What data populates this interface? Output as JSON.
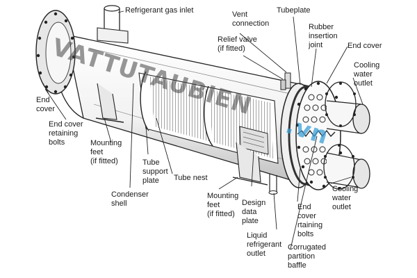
{
  "diagram": {
    "labels": {
      "refrigerant_gas_inlet": "Refrigerant gas inlet",
      "vent_connection": "Vent\nconnection",
      "tubeplate": "Tubeplate",
      "relief_valve": "Relief valve\n(if fitted)",
      "rubber_insertion_joint": "Rubber\ninsertion\njoint",
      "end_cover_right": "End cover",
      "cooling_water_outlet_top": "Cooling\nwater\noutlet",
      "end_cover_left": "End\ncover",
      "end_cover_retaining_bolts": "End cover\nretaining\nbolts",
      "mounting_feet_left": "Mounting\nfeet\n(if fitted)",
      "tube_support_plate": "Tube\nsupport\nplate",
      "tube_nest": "Tube nest",
      "condenser_shell": "Condenser\nshell",
      "mounting_feet_right": "Mounting\nfeet\n(if fitted)",
      "design_data_plate": "Design\ndata\nplate",
      "end_cover_retaining_bolts_right": "End\ncover\nrtaining\nbolts",
      "cooling_water_outlet_bottom": "Cooling\nwater\noutlet",
      "liquid_refrigerant_outlet": "Liquid\nrefrigerant\noutlet",
      "corrugated_partition_baffle": "Corrugated\npartition\nbaffle"
    },
    "watermark": {
      "main": "VATTUTAUBIEN",
      "suffix": ".vn",
      "color_main": "#444444",
      "color_suffix": "#3aa0d8"
    },
    "colors": {
      "line": "#222222",
      "shade": "#555555",
      "fill": "#f4f4f4"
    }
  }
}
